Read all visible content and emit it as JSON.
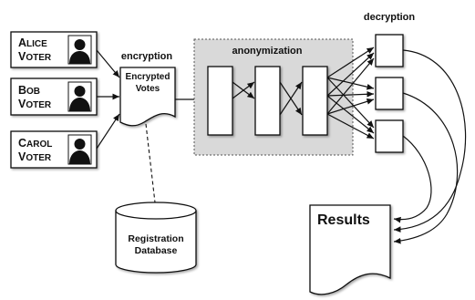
{
  "voters": [
    {
      "name_cap": "A",
      "name_rest": "LICE",
      "role_cap": "V",
      "role_rest": "OTER"
    },
    {
      "name_cap": "B",
      "name_rest": "OB",
      "role_cap": "V",
      "role_rest": "OTER"
    },
    {
      "name_cap": "C",
      "name_rest": "AROL",
      "role_cap": "V",
      "role_rest": "OTER"
    }
  ],
  "labels": {
    "encryption": "encryption",
    "encrypted_votes_line1": "Encrypted",
    "encrypted_votes_line2": "Votes",
    "anonymization": "anonymization",
    "decryption": "decryption",
    "registration_line1": "Registration",
    "registration_line2": "Database",
    "results": "Results"
  },
  "colors": {
    "anonymization_area": "#d9d9d9",
    "stroke": "#111111",
    "box_fill": "#ffffff"
  },
  "icons": {
    "voter": "person-silhouette-icon"
  }
}
